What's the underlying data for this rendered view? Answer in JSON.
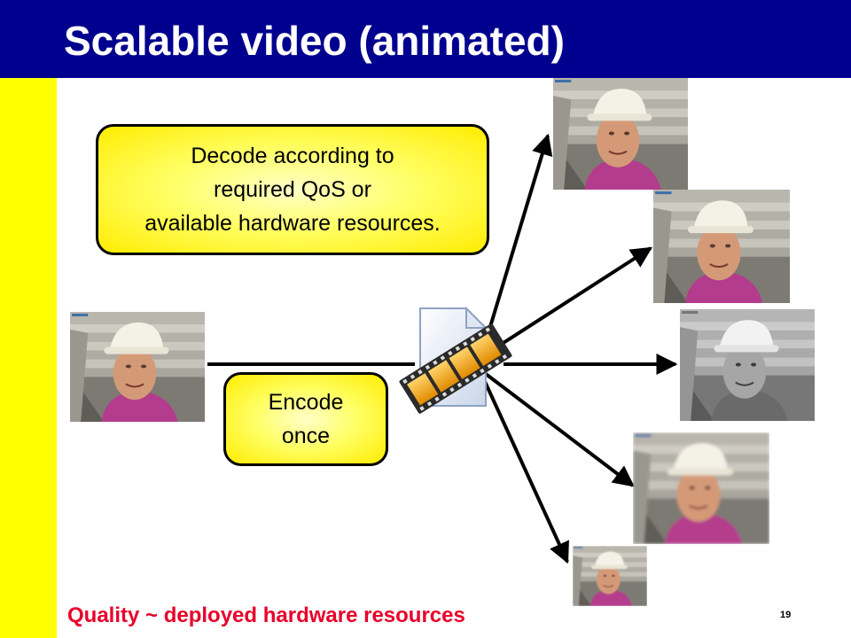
{
  "slide": {
    "title": "Scalable video (animated)",
    "footer": "Quality  ~ deployed hardware resources",
    "page_number": "19"
  },
  "bubbles": {
    "decode": {
      "line1": "Decode according to",
      "line2": "required QoS or",
      "line3": "available hardware resources."
    },
    "encode": {
      "line1": "Encode",
      "line2": "once"
    }
  },
  "colors": {
    "title_bar": "#00008f",
    "side_bar": "#ffff00",
    "footer_text": "#e8002a"
  },
  "images": {
    "source": "video-frame-original",
    "outputs": [
      "video-frame-high-quality",
      "video-frame-high-quality",
      "video-frame-grayscale",
      "video-frame-low-resolution",
      "video-frame-small-size"
    ]
  },
  "icons": {
    "center": "video-file-filmstrip-icon"
  }
}
